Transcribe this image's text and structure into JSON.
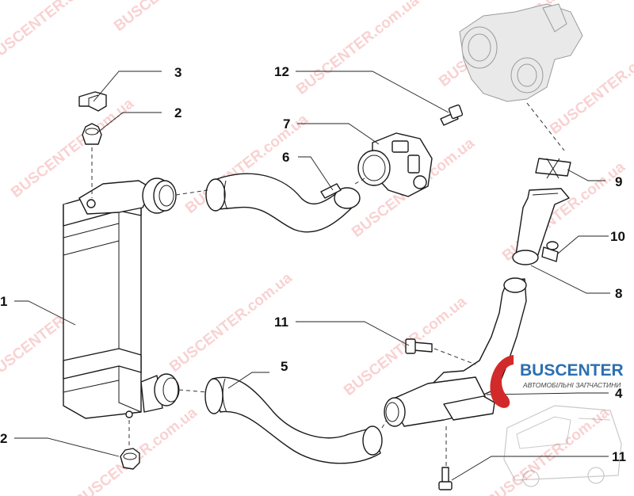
{
  "callouts": [
    "1",
    "2",
    "2",
    "3",
    "4",
    "5",
    "6",
    "7",
    "8",
    "9",
    "10",
    "11",
    "11",
    "12"
  ],
  "watermark": "BUSCENTER.com.ua",
  "logo": {
    "name": "BUSCENTER",
    "tagline": "АВТОМОБІЛЬНІ ЗАПЧАСТИНИ"
  },
  "colors": {
    "watermark": "#f29a9a",
    "logo_red": "#d22a2a",
    "logo_blue": "#2c6fb0",
    "line": "#1a1a1a"
  }
}
